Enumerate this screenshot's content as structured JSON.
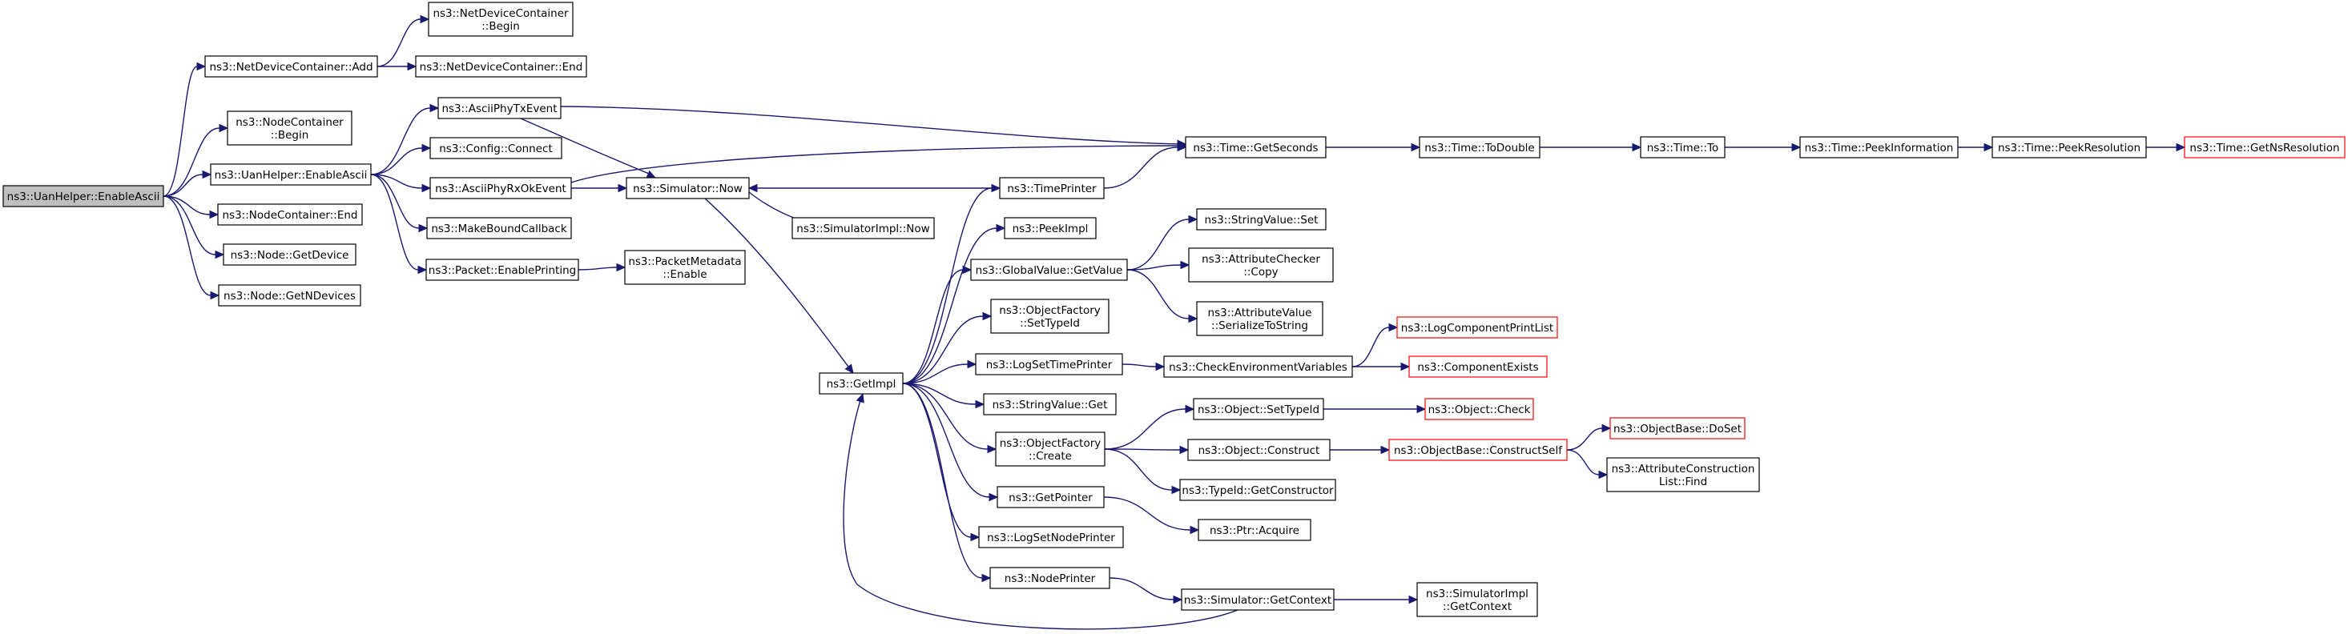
{
  "nodes": [
    {
      "id": "root",
      "lines": [
        "ns3::UanHelper::EnableAscii"
      ],
      "style": "root"
    },
    {
      "id": "ndcAdd",
      "lines": [
        "ns3::NetDeviceContainer::Add"
      ]
    },
    {
      "id": "ndcBegin",
      "lines": [
        "ns3::NetDeviceContainer",
        "::Begin"
      ]
    },
    {
      "id": "ndcEnd",
      "lines": [
        "ns3::NetDeviceContainer::End"
      ]
    },
    {
      "id": "ncBegin",
      "lines": [
        "ns3::NodeContainer",
        "::Begin"
      ]
    },
    {
      "id": "uanEnable",
      "lines": [
        "ns3::UanHelper::EnableAscii"
      ]
    },
    {
      "id": "ncEnd",
      "lines": [
        "ns3::NodeContainer::End"
      ]
    },
    {
      "id": "nodeGetDevice",
      "lines": [
        "ns3::Node::GetDevice"
      ]
    },
    {
      "id": "nodeGetN",
      "lines": [
        "ns3::Node::GetNDevices"
      ]
    },
    {
      "id": "phyTx",
      "lines": [
        "ns3::AsciiPhyTxEvent"
      ]
    },
    {
      "id": "cfgConnect",
      "lines": [
        "ns3::Config::Connect"
      ]
    },
    {
      "id": "phyRx",
      "lines": [
        "ns3::AsciiPhyRxOkEvent"
      ]
    },
    {
      "id": "mkCb",
      "lines": [
        "ns3::MakeBoundCallback"
      ]
    },
    {
      "id": "pktPrint",
      "lines": [
        "ns3::Packet::EnablePrinting"
      ]
    },
    {
      "id": "pktMeta",
      "lines": [
        "ns3::PacketMetadata",
        "::Enable"
      ]
    },
    {
      "id": "simNow",
      "lines": [
        "ns3::Simulator::Now"
      ]
    },
    {
      "id": "simImplNow",
      "lines": [
        "ns3::SimulatorImpl::Now"
      ]
    },
    {
      "id": "getImpl",
      "lines": [
        "ns3::GetImpl"
      ]
    },
    {
      "id": "timePrinter",
      "lines": [
        "ns3::TimePrinter"
      ]
    },
    {
      "id": "peekImpl",
      "lines": [
        "ns3::PeekImpl"
      ]
    },
    {
      "id": "gvGet",
      "lines": [
        "ns3::GlobalValue::GetValue"
      ]
    },
    {
      "id": "ofSet",
      "lines": [
        "ns3::ObjectFactory",
        "::SetTypeId"
      ]
    },
    {
      "id": "logTP",
      "lines": [
        "ns3::LogSetTimePrinter"
      ]
    },
    {
      "id": "svGet",
      "lines": [
        "ns3::StringValue::Get"
      ]
    },
    {
      "id": "ofCreate",
      "lines": [
        "ns3::ObjectFactory",
        "::Create"
      ]
    },
    {
      "id": "getPtr",
      "lines": [
        "ns3::GetPointer"
      ]
    },
    {
      "id": "logNP",
      "lines": [
        "ns3::LogSetNodePrinter"
      ]
    },
    {
      "id": "nodePrinter",
      "lines": [
        "ns3::NodePrinter"
      ]
    },
    {
      "id": "timeGetSec",
      "lines": [
        "ns3::Time::GetSeconds"
      ]
    },
    {
      "id": "timeToDouble",
      "lines": [
        "ns3::Time::ToDouble"
      ]
    },
    {
      "id": "timeTo",
      "lines": [
        "ns3::Time::To"
      ]
    },
    {
      "id": "peekInfo",
      "lines": [
        "ns3::Time::PeekInformation"
      ]
    },
    {
      "id": "peekRes",
      "lines": [
        "ns3::Time::PeekResolution"
      ]
    },
    {
      "id": "nsRes",
      "lines": [
        "ns3::Time::GetNsResolution"
      ],
      "style": "red"
    },
    {
      "id": "svSet",
      "lines": [
        "ns3::StringValue::Set"
      ]
    },
    {
      "id": "acCopy",
      "lines": [
        "ns3::AttributeChecker",
        "::Copy"
      ]
    },
    {
      "id": "avSer",
      "lines": [
        "ns3::AttributeValue",
        "::SerializeToString"
      ]
    },
    {
      "id": "checkEnv",
      "lines": [
        "ns3::CheckEnvironmentVariables"
      ]
    },
    {
      "id": "logCPL",
      "lines": [
        "ns3::LogComponentPrintList"
      ],
      "style": "red"
    },
    {
      "id": "compExists",
      "lines": [
        "ns3::ComponentExists"
      ],
      "style": "red"
    },
    {
      "id": "objSetType",
      "lines": [
        "ns3::Object::SetTypeId"
      ]
    },
    {
      "id": "objCheck",
      "lines": [
        "ns3::Object::Check"
      ],
      "style": "red"
    },
    {
      "id": "objConstruct",
      "lines": [
        "ns3::Object::Construct"
      ]
    },
    {
      "id": "obConstructSelf",
      "lines": [
        "ns3::ObjectBase::ConstructSelf"
      ],
      "style": "red"
    },
    {
      "id": "obDoSet",
      "lines": [
        "ns3::ObjectBase::DoSet"
      ],
      "style": "red"
    },
    {
      "id": "acListFind",
      "lines": [
        "ns3::AttributeConstruction",
        "List::Find"
      ]
    },
    {
      "id": "typeIdGetCtor",
      "lines": [
        "ns3::TypeId::GetConstructor"
      ]
    },
    {
      "id": "ptrAcquire",
      "lines": [
        "ns3::Ptr::Acquire"
      ]
    },
    {
      "id": "simGetCtx",
      "lines": [
        "ns3::Simulator::GetContext"
      ]
    },
    {
      "id": "simImplCtx",
      "lines": [
        "ns3::SimulatorImpl",
        "::GetContext"
      ]
    }
  ],
  "edges": [
    [
      "root",
      "ndcAdd"
    ],
    [
      "root",
      "ncBegin"
    ],
    [
      "root",
      "uanEnable"
    ],
    [
      "root",
      "ncEnd"
    ],
    [
      "root",
      "nodeGetDevice"
    ],
    [
      "root",
      "nodeGetN"
    ],
    [
      "ndcAdd",
      "ndcBegin"
    ],
    [
      "ndcAdd",
      "ndcEnd"
    ],
    [
      "uanEnable",
      "phyTx"
    ],
    [
      "uanEnable",
      "cfgConnect"
    ],
    [
      "uanEnable",
      "phyRx"
    ],
    [
      "uanEnable",
      "mkCb"
    ],
    [
      "uanEnable",
      "pktPrint"
    ],
    [
      "phyTx",
      "timeGetSec"
    ],
    [
      "phyTx",
      "simNow"
    ],
    [
      "phyRx",
      "timeGetSec"
    ],
    [
      "phyRx",
      "simNow"
    ],
    [
      "pktPrint",
      "pktMeta"
    ],
    [
      "simNow",
      "simImplNow"
    ],
    [
      "simNow",
      "getImpl"
    ],
    [
      "timePrinter",
      "simNow"
    ],
    [
      "timePrinter",
      "timeGetSec"
    ],
    [
      "getImpl",
      "timePrinter"
    ],
    [
      "getImpl",
      "peekImpl"
    ],
    [
      "getImpl",
      "gvGet"
    ],
    [
      "getImpl",
      "ofSet"
    ],
    [
      "getImpl",
      "logTP"
    ],
    [
      "getImpl",
      "svGet"
    ],
    [
      "getImpl",
      "ofCreate"
    ],
    [
      "getImpl",
      "getPtr"
    ],
    [
      "getImpl",
      "logNP"
    ],
    [
      "getImpl",
      "nodePrinter"
    ],
    [
      "gvGet",
      "svSet"
    ],
    [
      "gvGet",
      "acCopy"
    ],
    [
      "gvGet",
      "avSer"
    ],
    [
      "logTP",
      "checkEnv"
    ],
    [
      "checkEnv",
      "logCPL"
    ],
    [
      "checkEnv",
      "compExists"
    ],
    [
      "ofCreate",
      "objSetType"
    ],
    [
      "ofCreate",
      "objConstruct"
    ],
    [
      "ofCreate",
      "typeIdGetCtor"
    ],
    [
      "objSetType",
      "objCheck"
    ],
    [
      "objConstruct",
      "obConstructSelf"
    ],
    [
      "obConstructSelf",
      "obDoSet"
    ],
    [
      "obConstructSelf",
      "acListFind"
    ],
    [
      "getPtr",
      "ptrAcquire"
    ],
    [
      "nodePrinter",
      "simGetCtx"
    ],
    [
      "simGetCtx",
      "simImplCtx"
    ],
    [
      "simGetCtx",
      "getImpl"
    ],
    [
      "timeGetSec",
      "timeToDouble"
    ],
    [
      "timeToDouble",
      "timeTo"
    ],
    [
      "timeTo",
      "peekInfo"
    ],
    [
      "peekInfo",
      "peekRes"
    ],
    [
      "peekRes",
      "nsRes"
    ]
  ]
}
